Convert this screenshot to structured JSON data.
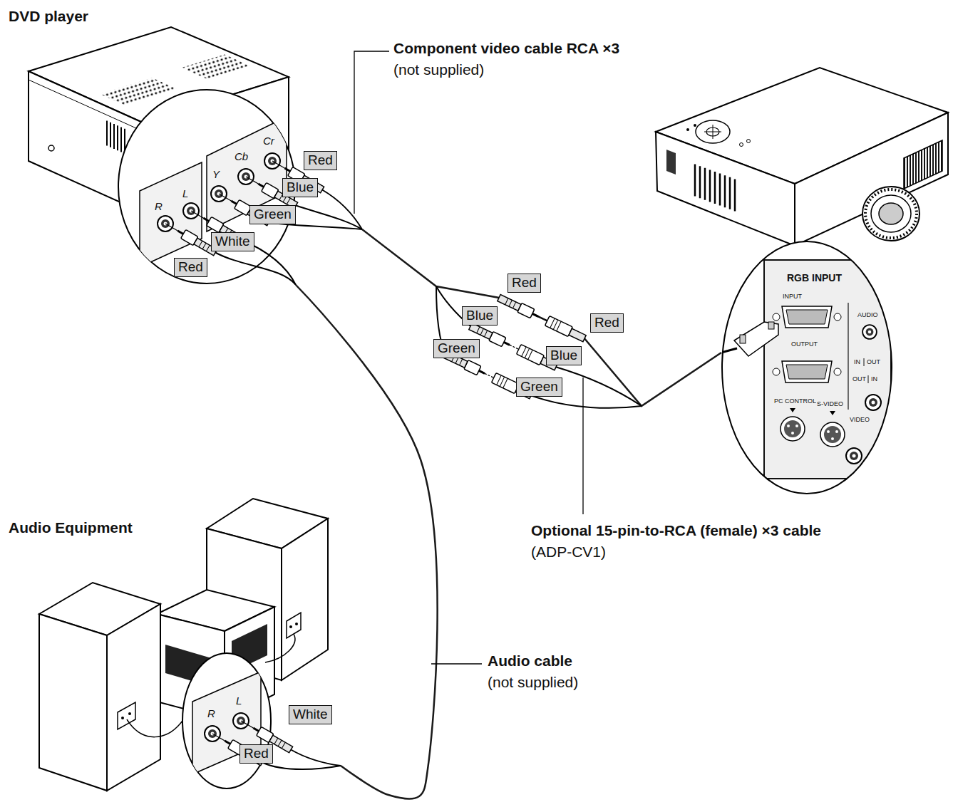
{
  "diagram": {
    "nodes": [
      {
        "text": [
          "DVD player"
        ]
      },
      {
        "text": [
          "Red"
        ],
        "in": 0
      },
      {
        "text": [
          "Blue"
        ],
        "in": 0
      },
      {
        "text": [
          "Green"
        ],
        "in": 0
      },
      {
        "text": [
          "White"
        ],
        "in": 0
      },
      {
        "text": [
          "Red"
        ],
        "in": 0
      },
      {
        "text": [
          "RGB INPUT"
        ]
      },
      {
        "text": [
          "Red"
        ]
      },
      {
        "text": [
          "Blue"
        ]
      },
      {
        "text": [
          "Green"
        ]
      },
      {
        "text": [
          "Red"
        ]
      },
      {
        "text": [
          "Blue"
        ]
      },
      {
        "text": [
          "Green"
        ]
      },
      {
        "text": [
          "Audio Equipment"
        ]
      },
      {
        "text": [
          "White"
        ],
        "in": 13
      },
      {
        "text": [
          "Red"
        ],
        "in": 13
      }
    ],
    "edges": [
      {
        "from": 0,
        "to": 6,
        "arrow": "none"
      },
      {
        "from": 0,
        "to": 13,
        "arrow": "none"
      }
    ],
    "labels": [
      "Component video cable RCA ×3",
      "(not supplied)",
      "R",
      "L",
      "Y",
      "Cb",
      "Cr",
      "INPUT",
      "OUTPUT",
      "AUDIO",
      "IN",
      "OUT",
      "OUT",
      "IN",
      "PC CONTROL",
      "S-VIDEO",
      "VIDEO",
      "Optional 15-pin-to-RCA (female) ×3 cable",
      "(ADP-CV1)",
      "R",
      "L",
      "Audio cable",
      "(not supplied)"
    ]
  }
}
